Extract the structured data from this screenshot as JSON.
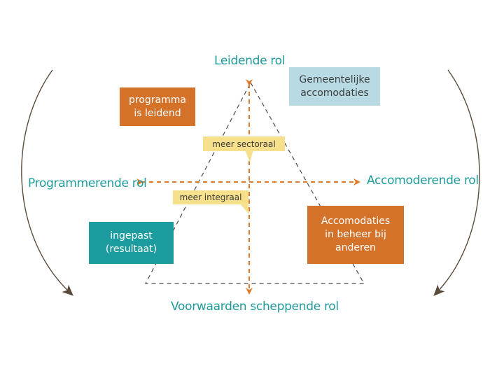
{
  "axes": {
    "top": "Leidende rol",
    "bottom": "Voorwaarden scheppende rol",
    "left": "Programmerende rol",
    "right": "Accomoderende rol"
  },
  "boxes": {
    "programma": [
      "programma",
      "is leidend"
    ],
    "gemeentelijke": [
      "Gemeentelijke",
      "accomodaties"
    ],
    "ingepast": [
      "ingepast",
      "(resultaat)"
    ],
    "accomodaties_beheer": [
      "Accomodaties",
      "in beheer bij",
      "anderen"
    ]
  },
  "callouts": {
    "sectoraal": "meer sectoraal",
    "integraal": "meer  integraal"
  },
  "colors": {
    "teal_text": "#1f9a9b",
    "orange_box": "#d4722a",
    "teal_box": "#1c9c9e",
    "lightblue_box": "#b7dae3",
    "callout": "#f6e08c",
    "arrow_orange": "#e07b2a",
    "triangle_line": "#4a4a4a",
    "curve_arrow": "#5a4a3a"
  }
}
